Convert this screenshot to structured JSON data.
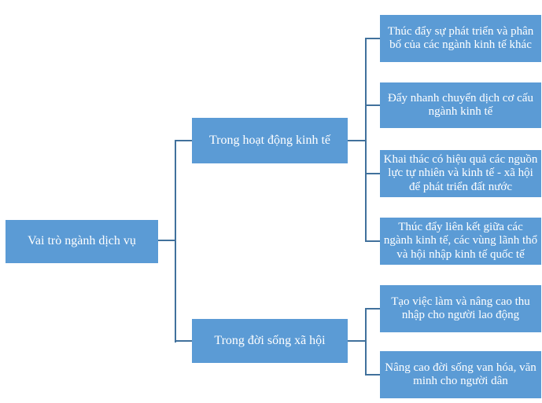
{
  "diagram": {
    "type": "hierarchy-left-to-right",
    "root": {
      "label": "Vai trò ngành dịch vụ"
    },
    "branches": [
      {
        "label": "Trong hoạt động kinh tế",
        "children": [
          "Thúc đẩy sự phát triển và phân bố của các ngành kinh tế khác",
          "Đẩy nhanh chuyển dịch cơ cấu ngành kinh tế",
          "Khai thác có hiệu quả các nguồn lực tự nhiên và kinh tế - xã hội để phát triển đất nước",
          "Thúc đẩy liên kết giữa các ngành kinh tế, các vùng lãnh thổ và hội nhập kinh tế quốc tế"
        ]
      },
      {
        "label": "Trong đời sống xã hội",
        "children": [
          "Tạo việc làm và nâng cao thu nhập cho người lao động",
          "Nâng cao đời sống van hóa, văn minh cho người dân"
        ]
      }
    ],
    "colors": {
      "box_fill": "#5B9BD5",
      "connector": "#41719C",
      "text": "#FFFFFF",
      "background": "#FFFFFF"
    }
  }
}
